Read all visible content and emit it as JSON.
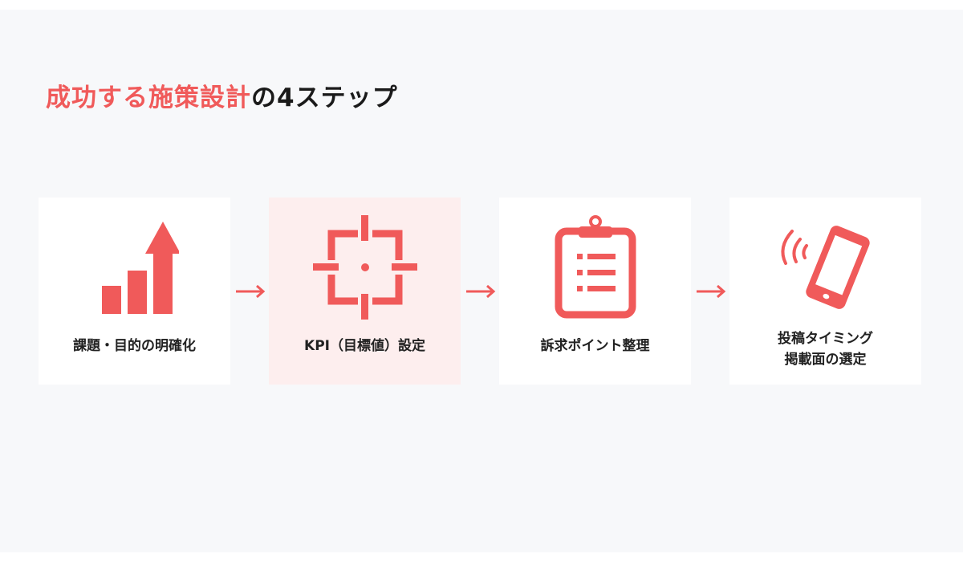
{
  "title": {
    "accent": "成功する施策設計",
    "rest": "の4ステップ"
  },
  "accent_color": "#f05a5a",
  "steps": [
    {
      "icon": "growth-chart-icon",
      "label": "課題・目的の明確化"
    },
    {
      "icon": "target-crosshair-icon",
      "label": "KPI（目標値）設定"
    },
    {
      "icon": "clipboard-list-icon",
      "label": "訴求ポイント整理"
    },
    {
      "icon": "smartphone-signal-icon",
      "label_line1": "投稿タイミング",
      "label_line2": "掲載面の選定"
    }
  ]
}
